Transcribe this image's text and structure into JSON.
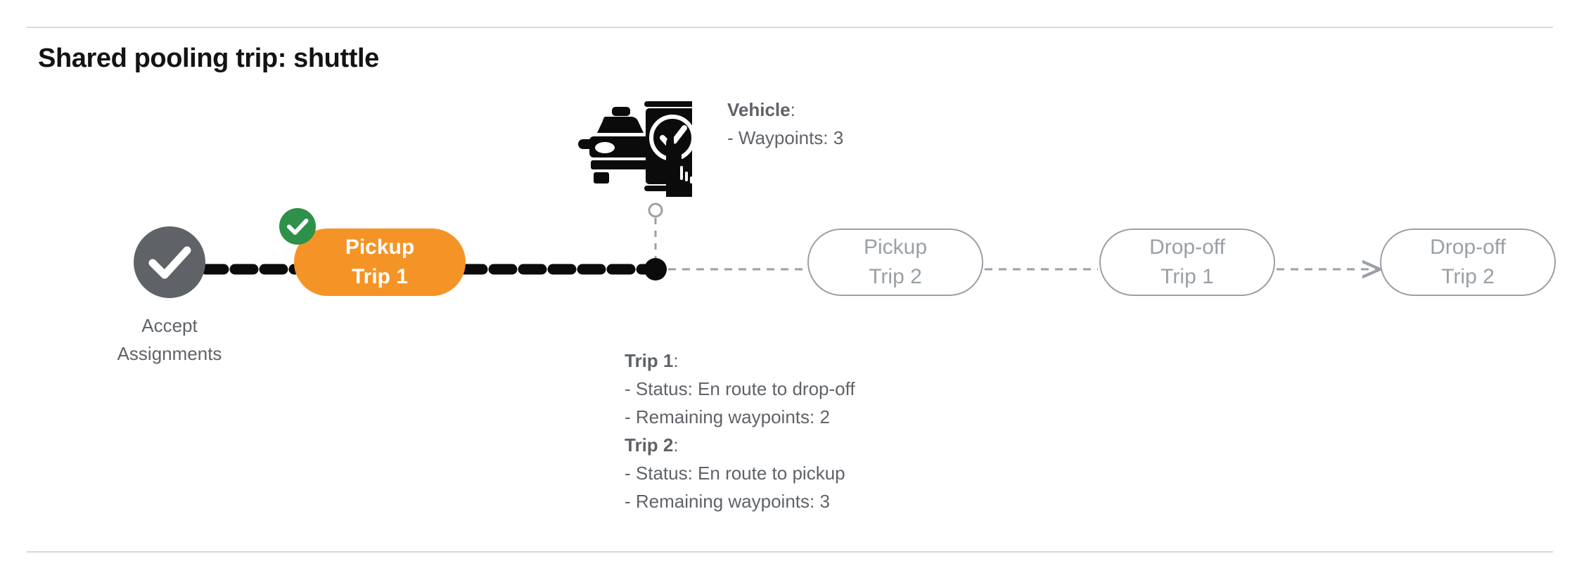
{
  "page": {
    "title": "Shared pooling trip: shuttle"
  },
  "colors": {
    "active_pill": "#F59426",
    "completed_badge": "#2E9049",
    "completed_node": "#5f6368",
    "idle_outline": "#9aa0a6",
    "text_gray": "#5f6368",
    "divider": "#d8d8d8",
    "path_active": "#000000",
    "path_upcoming": "#9aa0a6"
  },
  "flow": {
    "start_node": {
      "icon": "check-circle-icon",
      "label_line1": "Accept",
      "label_line2": "Assignments"
    },
    "steps": [
      {
        "id": "pickup-trip-1",
        "line1": "Pickup",
        "line2": "Trip 1",
        "state": "completed",
        "badge": "check-icon"
      },
      {
        "id": "pickup-trip-2",
        "line1": "Pickup",
        "line2": "Trip 2",
        "state": "upcoming"
      },
      {
        "id": "dropoff-trip-1",
        "line1": "Drop-off",
        "line2": "Trip 1",
        "state": "upcoming"
      },
      {
        "id": "dropoff-trip-2",
        "line1": "Drop-off",
        "line2": "Trip 2",
        "state": "upcoming"
      }
    ],
    "vehicle_marker": {
      "icon": "vehicle-app-check-icon"
    }
  },
  "callouts": {
    "vehicle": {
      "heading": "Vehicle",
      "heading_suffix": ":",
      "lines": [
        "- Waypoints: 3"
      ]
    },
    "trips": [
      {
        "heading": "Trip 1",
        "heading_suffix": ":",
        "lines": [
          "- Status:  En route to drop-off",
          "- Remaining waypoints: 2"
        ]
      },
      {
        "heading": "Trip 2",
        "heading_suffix": ":",
        "lines": [
          "- Status:  En route to pickup",
          "- Remaining waypoints: 3"
        ]
      }
    ]
  }
}
